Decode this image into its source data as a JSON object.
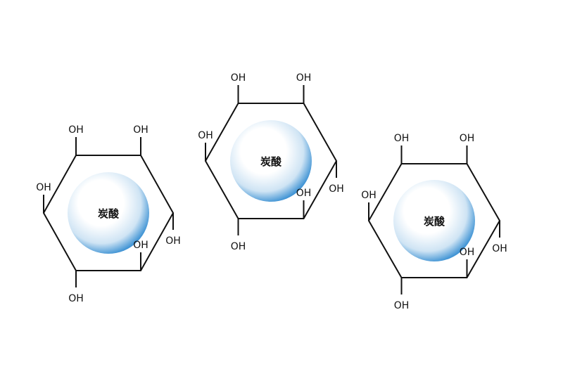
{
  "molecules": [
    {
      "center_label": "炭酸",
      "labels": {
        "top_left": "OH",
        "top_right": "OH",
        "left": "OH",
        "inner": "OH",
        "right": "OH",
        "bottom": "OH"
      }
    },
    {
      "center_label": "炭酸",
      "labels": {
        "top_left": "OH",
        "top_right": "OH",
        "left": "OH",
        "inner": "OH",
        "right": "OH",
        "bottom": "OH"
      }
    },
    {
      "center_label": "炭酸",
      "labels": {
        "top_left": "OH",
        "top_right": "OH",
        "left": "OH",
        "inner": "OH",
        "right": "OH",
        "bottom": "OH"
      }
    }
  ],
  "colors": {
    "bond_line": "#111111",
    "bubble_light": "#ffffff",
    "bubble_mid": "#cfe4f4",
    "bubble_dark": "#3f93d4"
  }
}
